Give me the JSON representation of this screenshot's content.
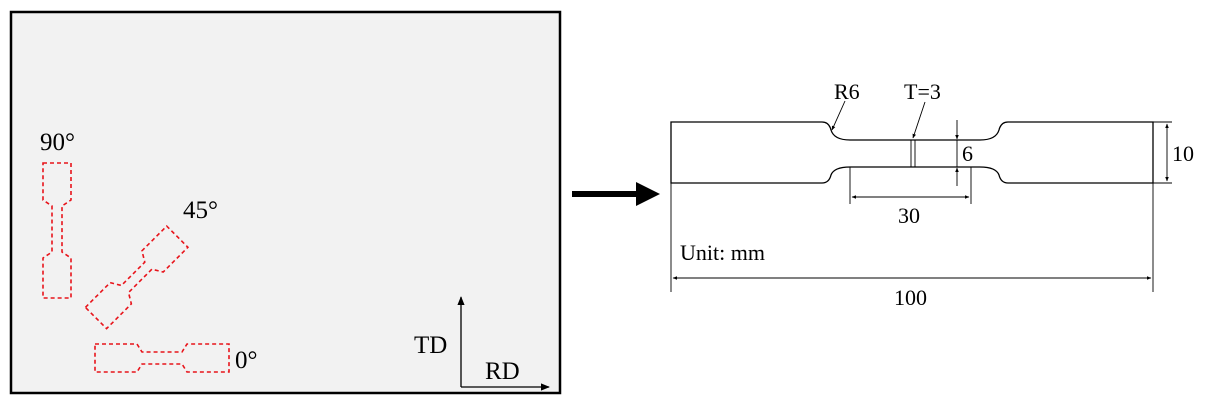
{
  "sheet": {
    "background": "#f2f2f2",
    "sample_color": "#e8141b",
    "angles": [
      "90°",
      "45°",
      "0°"
    ],
    "axes": {
      "vertical": "TD",
      "horizontal": "RD"
    }
  },
  "specimen": {
    "radius_label": "R6",
    "thickness_label": "T=3",
    "gauge_width": "6",
    "grip_width": "10",
    "gauge_length": "30",
    "total_length": "100",
    "unit_label": "Unit: mm"
  }
}
